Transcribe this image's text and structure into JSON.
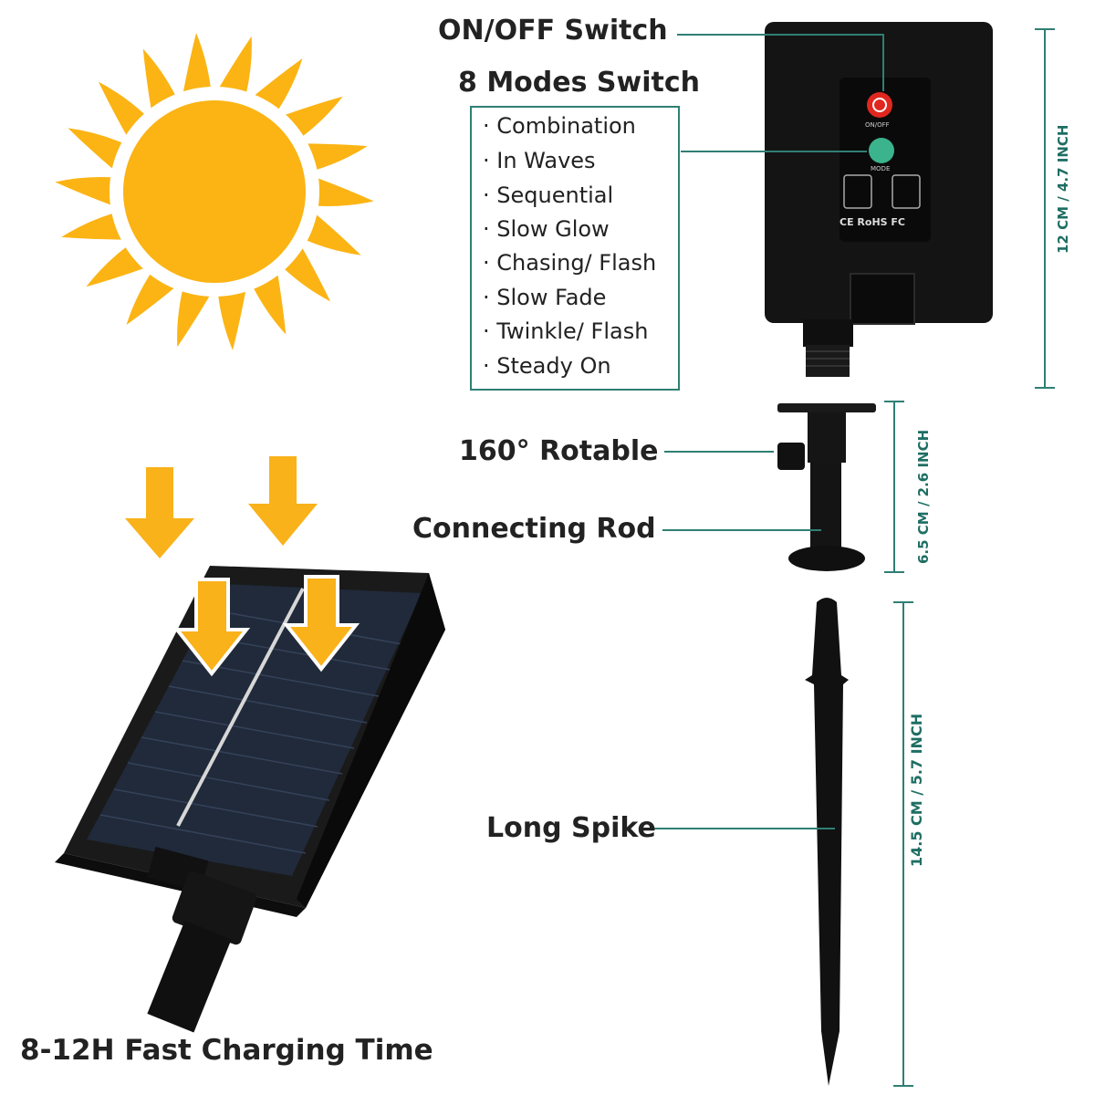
{
  "labels": {
    "onoff_switch": "ON/OFF Switch",
    "modes_switch": "8 Modes Switch",
    "rotatable": "160° Rotable",
    "connecting_rod": "Connecting Rod",
    "long_spike": "Long Spike",
    "charging_time": "8-12H Fast Charging Time"
  },
  "modes": [
    "Combination",
    "In Waves",
    "Sequential",
    "Slow Glow",
    "Chasing/ Flash",
    "Slow Fade",
    "Twinkle/ Flash",
    "Steady On"
  ],
  "dimensions": {
    "box_height": "12 CM / 4.7 INCH",
    "rod_height": "6.5 CM / 2.6 INCH",
    "spike_height": "14.5 CM / 5.7 INCH"
  },
  "device": {
    "onoff_text": "ON/OFF",
    "mode_text": "MODE",
    "cert_text": "CE RoHS FC"
  },
  "colors": {
    "accent": "#2f7f74",
    "sun": "#fbb414",
    "arrow": "#f9b21a",
    "device": "#121212"
  }
}
